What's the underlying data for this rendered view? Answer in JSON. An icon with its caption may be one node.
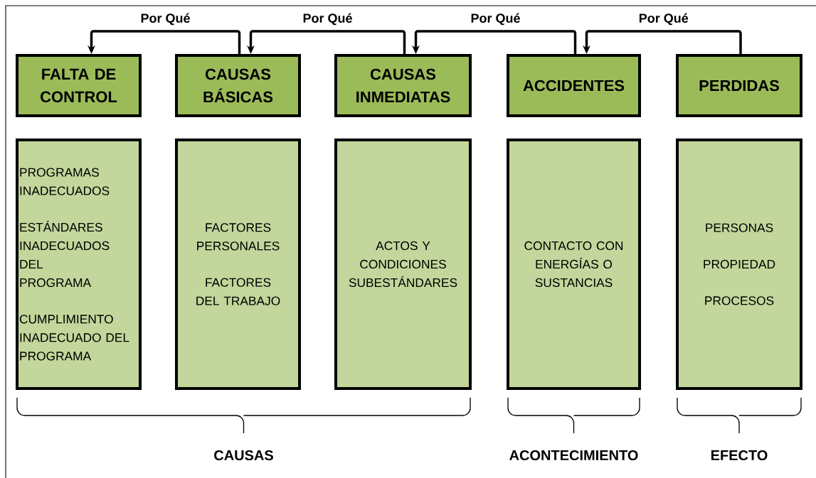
{
  "diagram": {
    "nodes": [
      {
        "text": [
          "FALTA DE CONTROL"
        ]
      },
      {
        "text": [
          "CAUSAS BÁSICAS"
        ]
      },
      {
        "text": [
          "CAUSAS INMEDIATAS"
        ]
      },
      {
        "text": [
          "ACCIDENTES"
        ]
      },
      {
        "text": [
          "PERDIDAS"
        ]
      },
      {
        "text": [
          "PROGRAMAS INADECUADOS",
          "ESTÁNDARES INADECUADOS DEL PROGRAMA",
          "CUMPLIMIENTO INADECUADO DEL PROGRAMA"
        ]
      },
      {
        "text": [
          "FACTORES PERSONALES",
          "FACTORES DEL TRABAJO"
        ]
      },
      {
        "text": [
          "ACTOS Y CONDICIONES SUBESTÁNDARES"
        ]
      },
      {
        "text": [
          "CONTACTO CON ENERGÍAS O SUSTANCIAS"
        ]
      },
      {
        "text": [
          "PERSONAS",
          "PROPIEDAD",
          "PROCESOS"
        ]
      }
    ],
    "edges": [
      {
        "from": 1,
        "to": 0,
        "arrow": "to",
        "label": "Por Qué"
      },
      {
        "from": 2,
        "to": 1,
        "arrow": "to",
        "label": "Por Qué"
      },
      {
        "from": 3,
        "to": 2,
        "arrow": "to",
        "label": "Por Qué"
      },
      {
        "from": 4,
        "to": 3,
        "arrow": "to",
        "label": "Por Qué"
      }
    ],
    "labels": [
      "CAUSAS",
      "ACONTECIMIENTO",
      "EFECTO"
    ]
  }
}
